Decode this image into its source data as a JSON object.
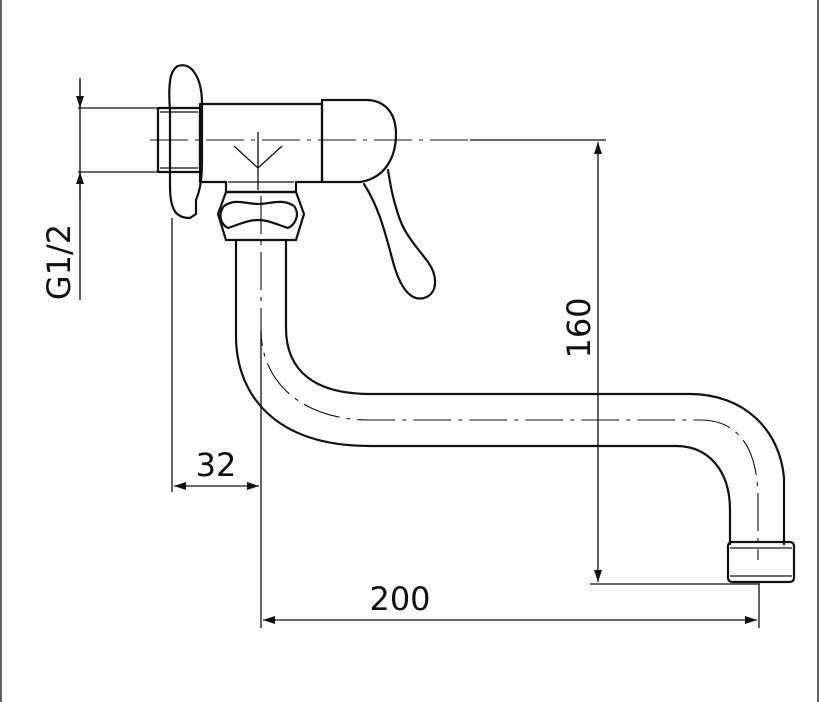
{
  "drawing": {
    "dimensions": {
      "thread": "G1/2",
      "height": "160",
      "offset": "32",
      "reach": "200"
    }
  }
}
